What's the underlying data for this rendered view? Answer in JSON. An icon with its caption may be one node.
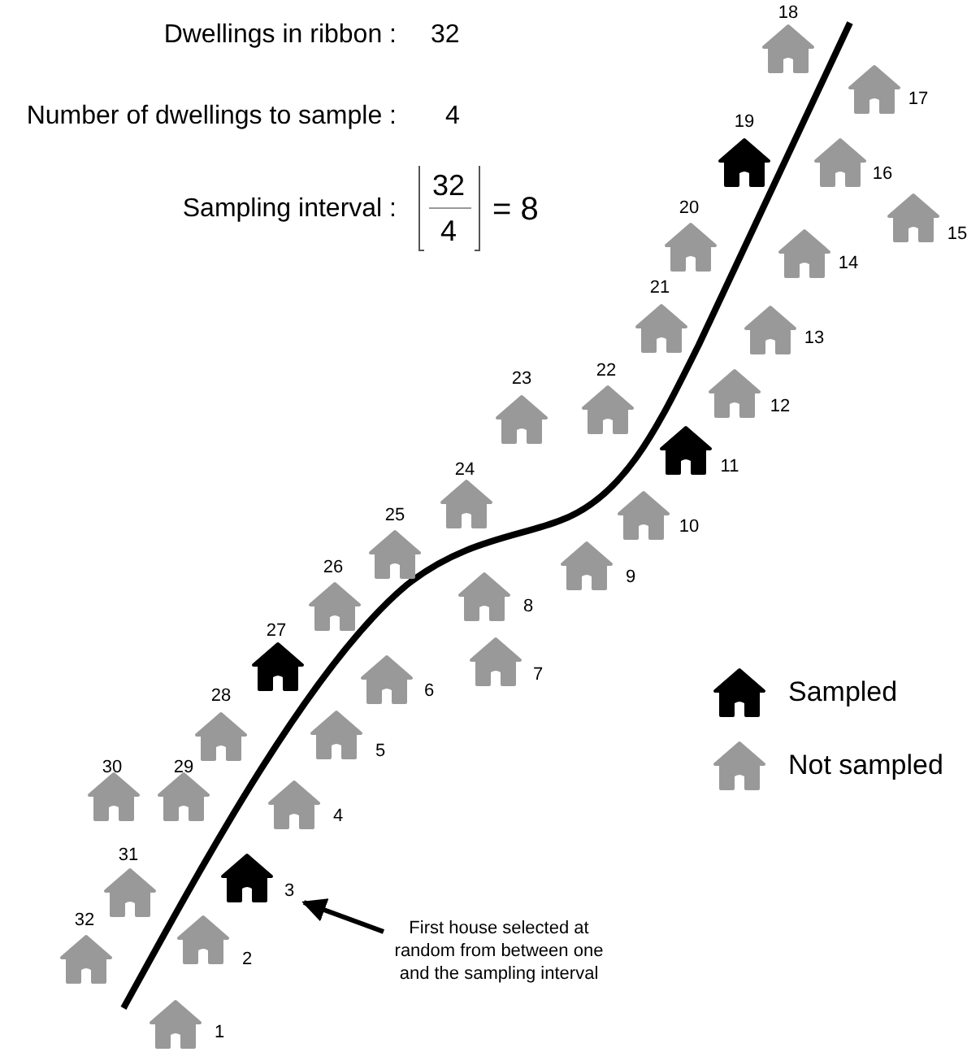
{
  "diagram": {
    "nodes": [
      {
        "text": [
          "1"
        ]
      },
      {
        "text": [
          "2"
        ]
      },
      {
        "text": [
          "3"
        ]
      },
      {
        "text": [
          "4"
        ]
      },
      {
        "text": [
          "5"
        ]
      },
      {
        "text": [
          "6"
        ]
      },
      {
        "text": [
          "7"
        ]
      },
      {
        "text": [
          "8"
        ]
      },
      {
        "text": [
          "9"
        ]
      },
      {
        "text": [
          "10"
        ]
      },
      {
        "text": [
          "11"
        ]
      },
      {
        "text": [
          "12"
        ]
      },
      {
        "text": [
          "13"
        ]
      },
      {
        "text": [
          "14"
        ]
      },
      {
        "text": [
          "15"
        ]
      },
      {
        "text": [
          "16"
        ]
      },
      {
        "text": [
          "17"
        ]
      },
      {
        "text": [
          "18"
        ]
      },
      {
        "text": [
          "19"
        ]
      },
      {
        "text": [
          "20"
        ]
      },
      {
        "text": [
          "21"
        ]
      },
      {
        "text": [
          "22"
        ]
      },
      {
        "text": [
          "23"
        ]
      },
      {
        "text": [
          "24"
        ]
      },
      {
        "text": [
          "25"
        ]
      },
      {
        "text": [
          "26"
        ]
      },
      {
        "text": [
          "27"
        ]
      },
      {
        "text": [
          "28"
        ]
      },
      {
        "text": [
          "29"
        ]
      },
      {
        "text": [
          "30"
        ]
      },
      {
        "text": [
          "31"
        ]
      },
      {
        "text": [
          "32"
        ]
      },
      {
        "text": [
          "First house selected at random from between one and the sampling interval"
        ]
      }
    ],
    "edges": [
      {
        "from": 32,
        "to": 2,
        "arrow": "to"
      }
    ],
    "labels": [
      "Dwellings in ribbon :",
      "32",
      "Number of dwellings to sample :",
      "4",
      "Sampling interval :",
      "32",
      "4",
      "= 8"
    ],
    "legend": [
      {
        "text": "Sampled",
        "color": "#000000"
      },
      {
        "text": "Not sampled",
        "color": "#999999"
      }
    ]
  }
}
